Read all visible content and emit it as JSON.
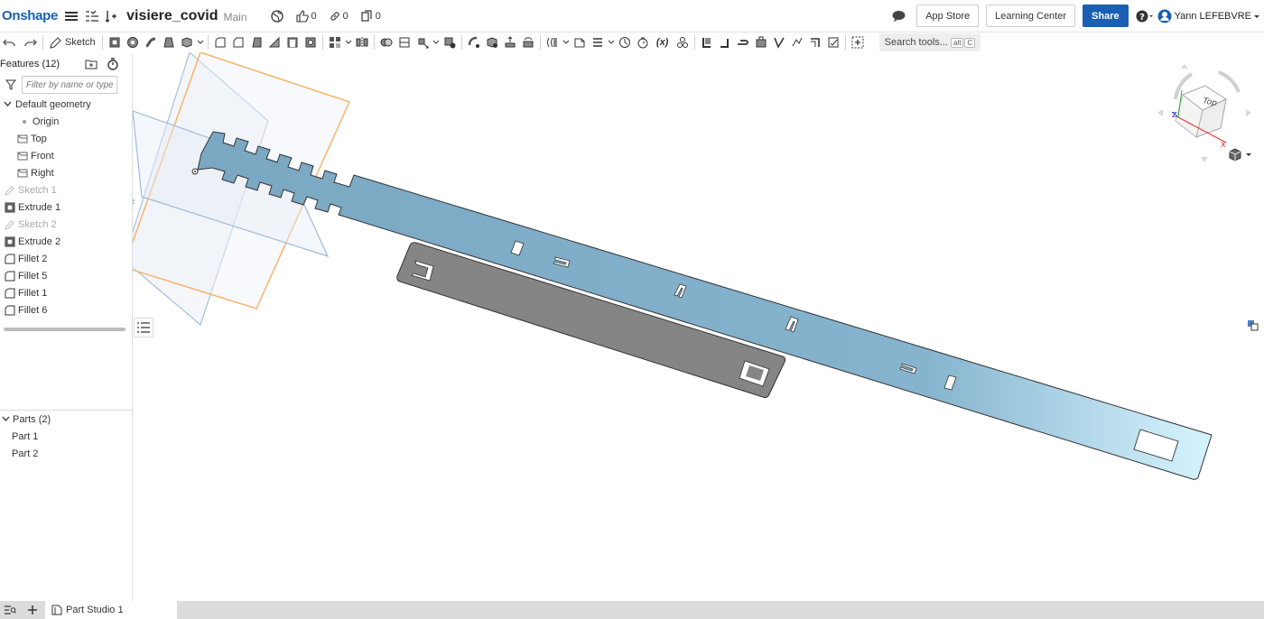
{
  "topbar": {
    "logo": "Onshape",
    "doc_title": "visiere_covid",
    "branch": "Main",
    "likes": "0",
    "links": "0",
    "copies": "0",
    "app_store": "App Store",
    "learning_center": "Learning Center",
    "share": "Share",
    "user": "Yann LEFEBVRE"
  },
  "toolbar": {
    "sketch_label": "Sketch",
    "search_placeholder": "Search tools...",
    "search_shortcut_mod": "alt",
    "search_shortcut_key": "C",
    "variable_label": "(x)"
  },
  "feature_list": {
    "header": "Features (12)",
    "filter_placeholder": "Filter by name or type",
    "default_geometry": "Default geometry",
    "items": [
      {
        "label": "Origin"
      },
      {
        "label": "Top"
      },
      {
        "label": "Front"
      },
      {
        "label": "Right"
      },
      {
        "label": "Sketch 1"
      },
      {
        "label": "Extrude 1"
      },
      {
        "label": "Sketch 2"
      },
      {
        "label": "Extrude 2"
      },
      {
        "label": "Fillet 2"
      },
      {
        "label": "Fillet 5"
      },
      {
        "label": "Fillet 1"
      },
      {
        "label": "Fillet 6"
      }
    ]
  },
  "parts": {
    "header": "Parts (2)",
    "items": [
      {
        "label": "Part 1"
      },
      {
        "label": "Part 2"
      }
    ]
  },
  "view_cube": {
    "face_label": "Top",
    "axis_x": "X",
    "axis_z": "Z"
  },
  "bottom": {
    "tab_label": "Part Studio 1"
  },
  "colors": {
    "brand": "#1a5fb4",
    "part_blue": "#7aa7c2",
    "part_gray": "#858585",
    "plane_orange": "#f5b56a",
    "plane_blue": "#9fbbd8"
  }
}
